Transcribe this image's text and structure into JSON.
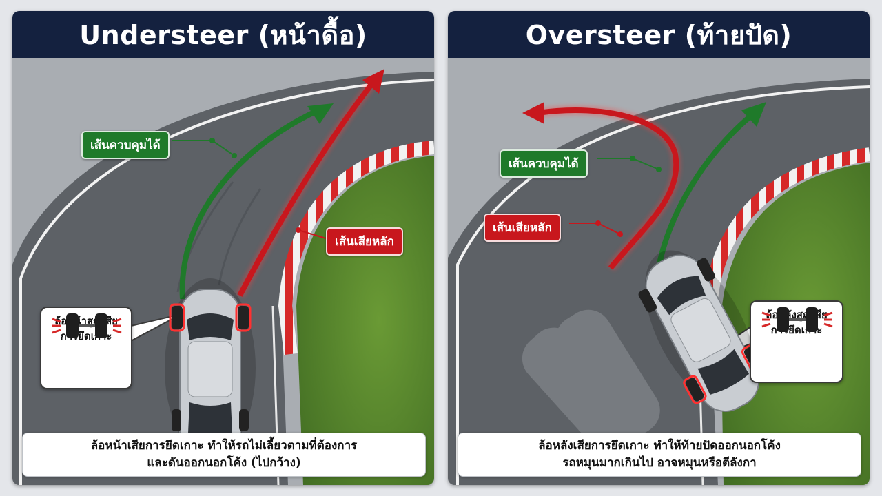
{
  "understeer": {
    "title": "Understeer (หน้าดื้อ)",
    "good_path_label": "เส้นควบคุมได้",
    "bad_path_label": "เส้นเสียหลัก",
    "callout_line1": "ล้อหน้าสูญเสีย",
    "callout_line2": "การยึดเกาะ",
    "caption_line1": "ล้อหน้าเสียการยึดเกาะ ทำให้รถไม่เลี้ยวตามที่ต้องการ",
    "caption_line2": "และดันออกนอกโค้ง (ไปกว้าง)"
  },
  "oversteer": {
    "title": "Oversteer (ท้ายปัด)",
    "good_path_label": "เส้นควบคุมได้",
    "bad_path_label": "เส้นเสียหลัก",
    "callout_line1": "ล้อหลังสูญเสีย",
    "callout_line2": "การยึดเกาะ",
    "caption_line1": "ล้อหลังเสียการยึดเกาะ ทำให้ท้ายปัดออกนอกโค้ง",
    "caption_line2": "รถหมุนมากเกินไป อาจหมุนหรือตีลังกา"
  },
  "colors": {
    "header": "#14213f",
    "good_path": "#1f7a2a",
    "bad_path": "#c8171d",
    "grass": "#5b8a2e",
    "asphalt": "#5d6166"
  },
  "icons": [
    "car-icon",
    "tire-axle-icon",
    "arrow-icon"
  ]
}
